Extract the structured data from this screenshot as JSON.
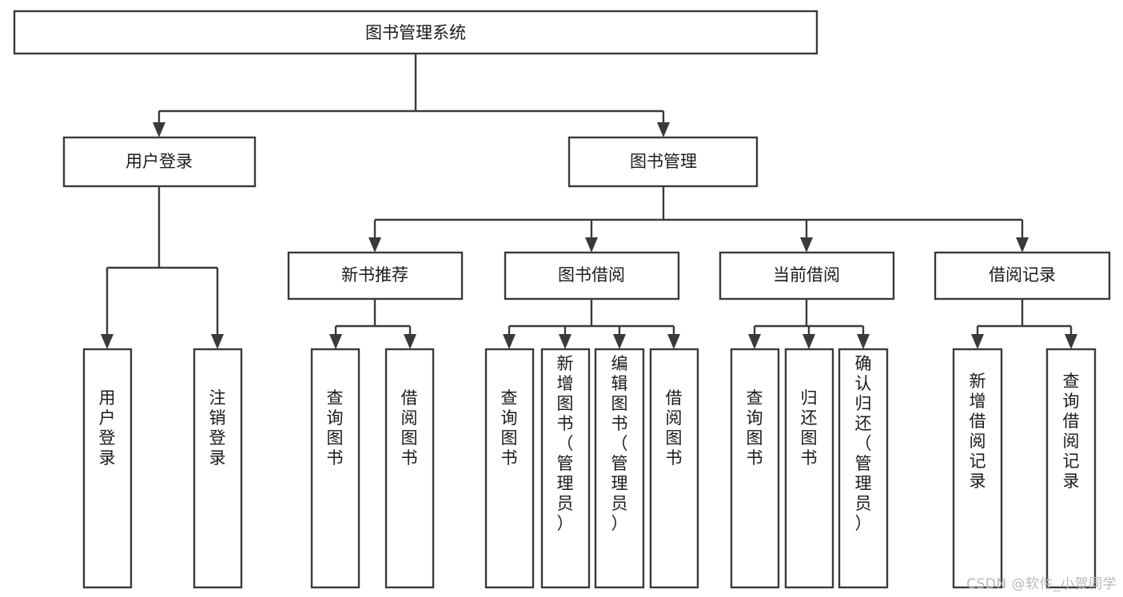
{
  "diagram": {
    "type": "tree-hierarchy",
    "orientation": "top-down",
    "root": {
      "id": "root",
      "label": "图书管理系统"
    },
    "level2": [
      {
        "id": "user-login",
        "label": "用户登录"
      },
      {
        "id": "book-management",
        "label": "图书管理"
      }
    ],
    "level3": [
      {
        "id": "new-book-recommend",
        "label": "新书推荐",
        "parent": "book-management"
      },
      {
        "id": "book-borrow",
        "label": "图书借阅",
        "parent": "book-management"
      },
      {
        "id": "current-borrow",
        "label": "当前借阅",
        "parent": "book-management"
      },
      {
        "id": "borrow-record",
        "label": "借阅记录",
        "parent": "book-management"
      }
    ],
    "leaves": [
      {
        "id": "leaf-user-login",
        "label": "用户登录",
        "parent": "user-login"
      },
      {
        "id": "leaf-logout-login",
        "label": "注销登录",
        "parent": "user-login"
      },
      {
        "id": "leaf-query-book-1",
        "label": "查询图书",
        "parent": "new-book-recommend"
      },
      {
        "id": "leaf-borrow-book-1",
        "label": "借阅图书",
        "parent": "new-book-recommend"
      },
      {
        "id": "leaf-query-book-2",
        "label": "查询图书",
        "parent": "book-borrow"
      },
      {
        "id": "leaf-add-book",
        "label": "新增图书（管理员）",
        "parent": "book-borrow"
      },
      {
        "id": "leaf-edit-book",
        "label": "编辑图书（管理员）",
        "parent": "book-borrow"
      },
      {
        "id": "leaf-borrow-book-2",
        "label": "借阅图书",
        "parent": "book-borrow"
      },
      {
        "id": "leaf-query-book-3",
        "label": "查询图书",
        "parent": "current-borrow"
      },
      {
        "id": "leaf-return-book",
        "label": "归还图书",
        "parent": "current-borrow"
      },
      {
        "id": "leaf-confirm-return",
        "label": "确认归还（管理员）",
        "parent": "current-borrow"
      },
      {
        "id": "leaf-add-borrow-record",
        "label": "新增借阅记录",
        "parent": "borrow-record"
      },
      {
        "id": "leaf-query-borrow-record",
        "label": "查询借阅记录",
        "parent": "borrow-record"
      }
    ]
  },
  "watermark": {
    "text": "CSDN @软件_小贺同学"
  },
  "colors": {
    "stroke": "#3a3a3a",
    "box_fill": "#ffffff",
    "text": "#1a1a1a",
    "watermark": "#b8b8b8",
    "background": "#ffffff"
  }
}
